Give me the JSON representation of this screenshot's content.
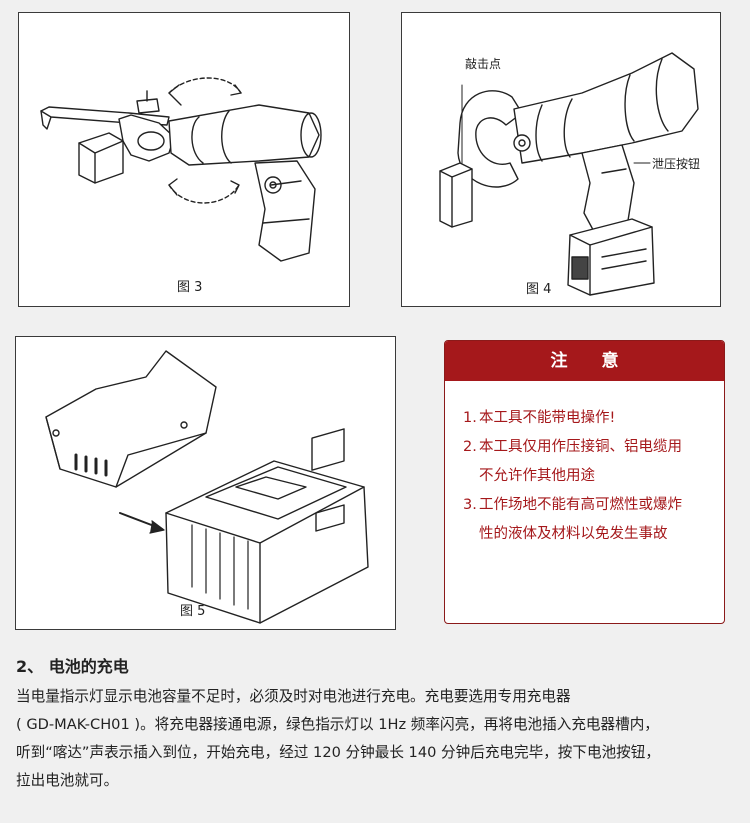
{
  "figures": {
    "fig3": {
      "caption": "图 3"
    },
    "fig4": {
      "caption": "图 4",
      "label_strike_point": "敲击点",
      "label_release_button": "泄压按钮"
    },
    "fig5": {
      "caption": "图 5"
    }
  },
  "notice": {
    "title": "注 意",
    "items": [
      {
        "num": "1.",
        "lines": [
          "本工具不能带电操作!"
        ]
      },
      {
        "num": "2.",
        "lines": [
          "本工具仅用作压接铜、铝电缆用",
          "不允许作其他用途"
        ]
      },
      {
        "num": "3.",
        "lines": [
          "工作场地不能有高可燃性或爆炸",
          "性的液体及材料以免发生事故"
        ]
      }
    ],
    "accent_color": "#a5181b"
  },
  "section": {
    "title": "2、 电池的充电",
    "lines": [
      "当电量指示灯显示电池容量不足时，必须及时对电池进行充电。充电要选用专用充电器",
      "( GD-MAK-CH01 )。将充电器接通电源，绿色指示灯以 1Hz 频率闪亮，再将电池插入充电器槽内，",
      "听到“喀达”声表示插入到位，开始充电，经过 120 分钟最长 140 分钟后充电完毕，按下电池按钮，",
      "拉出电池就可。"
    ]
  }
}
